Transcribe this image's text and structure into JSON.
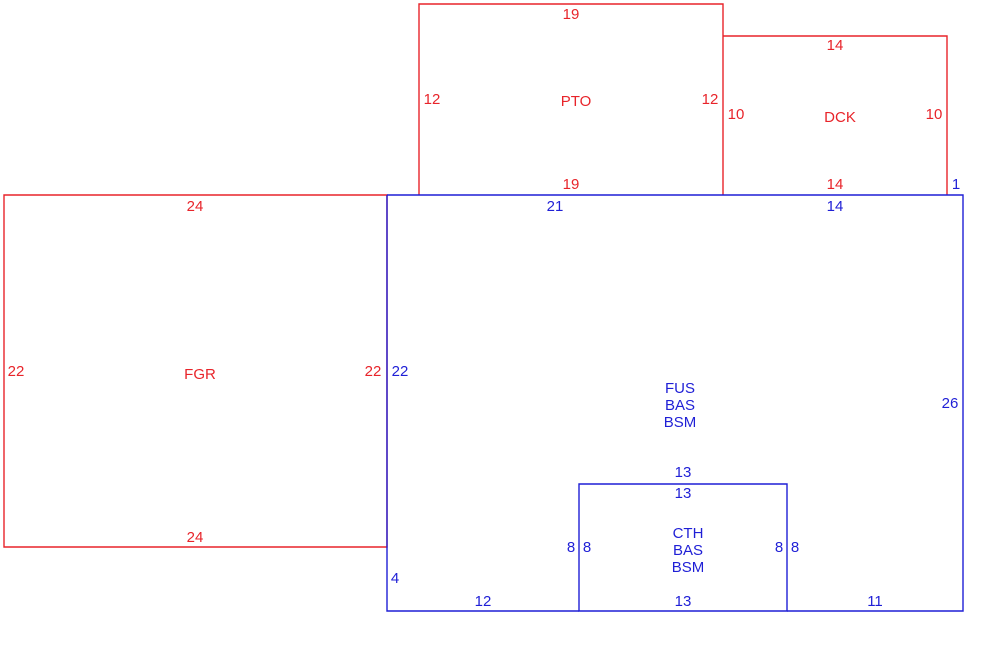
{
  "colors": {
    "red": "#e8242a",
    "blue": "#1f1fd6"
  },
  "areas": {
    "pto": {
      "label": "PTO",
      "dims": {
        "top": "19",
        "bottom": "19",
        "left": "12",
        "right": "12"
      }
    },
    "dck": {
      "label": "DCK",
      "dims": {
        "top": "14",
        "bottom": "14",
        "left": "10",
        "right": "10"
      }
    },
    "fgr": {
      "label": "FGR",
      "dims": {
        "top": "24",
        "bottom": "24",
        "left": "22",
        "right": "22"
      }
    },
    "main": {
      "label_lines": [
        "FUS",
        "BAS",
        "BSM"
      ],
      "dims": {
        "top_left": "21",
        "top_right": "14",
        "top_corner": "1",
        "left": "22",
        "right": "26",
        "bottom_left": "12",
        "bottom_right": "11",
        "small_left": "4",
        "inner_top": "13"
      }
    },
    "cth": {
      "label_lines": [
        "CTH",
        "BAS",
        "BSM"
      ],
      "dims": {
        "top": "13",
        "bottom": "13",
        "outer_left": "8",
        "inner_left": "8",
        "inner_right": "8",
        "outer_right": "8"
      }
    }
  }
}
